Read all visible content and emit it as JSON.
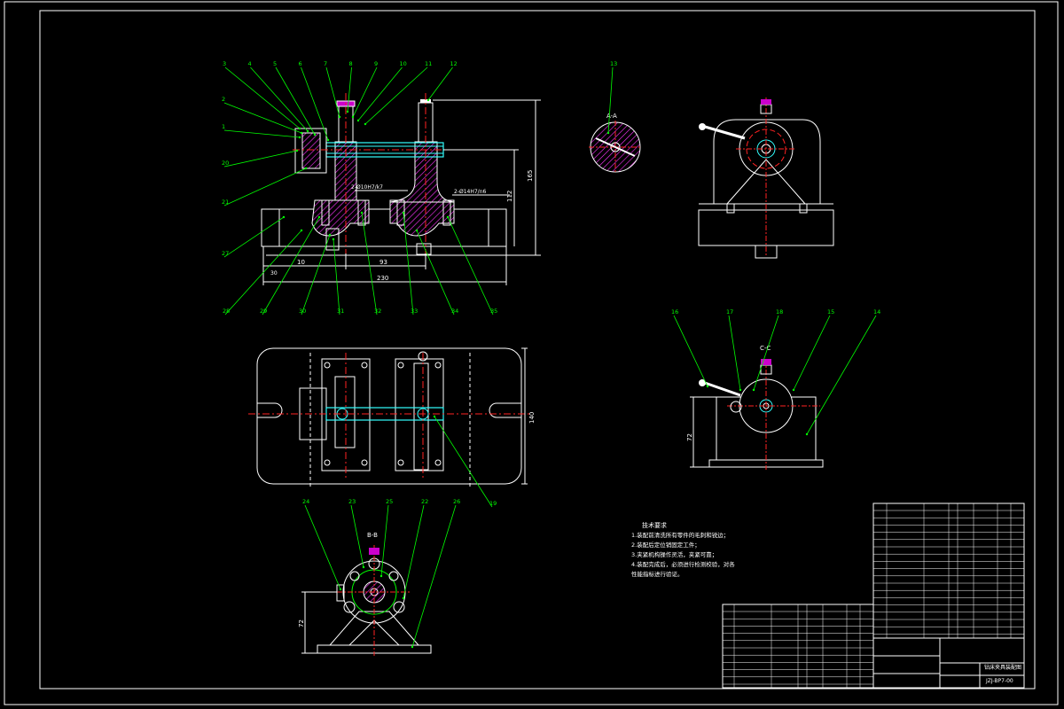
{
  "drawing": {
    "background_color": "#000000",
    "line_color": "#ffffff",
    "leader_color": "#00ff00",
    "centerline_color": "#ff2a2a",
    "hatch_color": "#ff33ff",
    "shaft_color": "#33ffff",
    "dimension_color": "#ffffff"
  },
  "callouts": {
    "front_view_top": [
      "3",
      "4",
      "5",
      "6",
      "7",
      "8",
      "9",
      "10",
      "11",
      "12"
    ],
    "front_view_left": [
      "2",
      "1",
      "20",
      "21",
      "27"
    ],
    "front_view_bottom": [
      "28",
      "29",
      "30",
      "31",
      "32",
      "33",
      "34",
      "35"
    ],
    "section_aa": "13",
    "side_view_cc": [
      "16",
      "17",
      "18",
      "15",
      "14"
    ],
    "plan_view": "19",
    "section_bb": [
      "24",
      "23",
      "25",
      "22",
      "26"
    ]
  },
  "section_labels": {
    "aa": "A-A",
    "bb": "B-B",
    "cc": "C-C"
  },
  "dimensions": {
    "front_height": "165",
    "front_mid_height": "112",
    "front_lower": "30",
    "front_left_offset": "10",
    "front_mid_spacing": "93",
    "front_total_length": "230",
    "front_fit_1": "2-Ø10H7/k7",
    "front_fit_2": "2-Ø14H7/n6",
    "plan_width": "140",
    "side_cc_height": "72",
    "section_bb_height": "72"
  },
  "tech_notes": {
    "title": "技术要求",
    "items": [
      "1.装配前清洗所有零件的毛刺和锐边；",
      "2.装配后定位销固定工件；",
      "3.夹紧机构操作灵活，夹紧可靠；",
      "4.装配完成后，必须进行检测校验，对各",
      "性能指标进行验证。"
    ]
  },
  "title_block": {
    "drawing_name": "钻床夹具装配图",
    "drawing_number": "JZJ-BP7-00"
  }
}
